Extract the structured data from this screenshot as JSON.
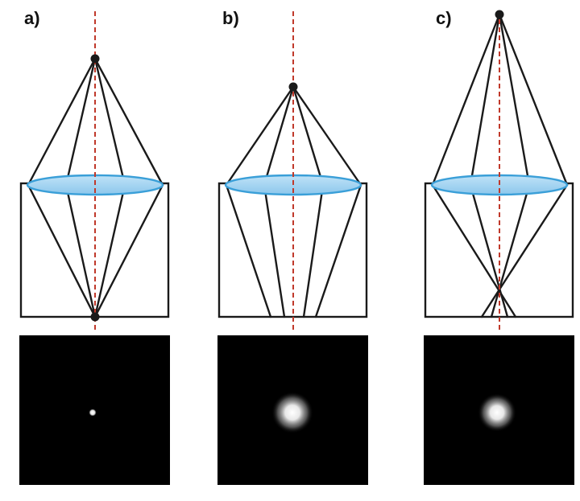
{
  "colors": {
    "ray": "#1a1a1a",
    "axis": "#c0392b",
    "lens_fill": "#9fd0f0",
    "lens_stroke": "#3a9fd8",
    "screen": "#000000",
    "spot": "#ffffff"
  },
  "panels": [
    {
      "id": "a",
      "label": "a)",
      "focus": "at-sensor",
      "spot": "sharp-point"
    },
    {
      "id": "b",
      "label": "b)",
      "focus": "behind-sensor",
      "spot": "blurred-disc"
    },
    {
      "id": "c",
      "label": "c)",
      "focus": "in-front-of-sensor",
      "spot": "blurred-disc"
    }
  ]
}
